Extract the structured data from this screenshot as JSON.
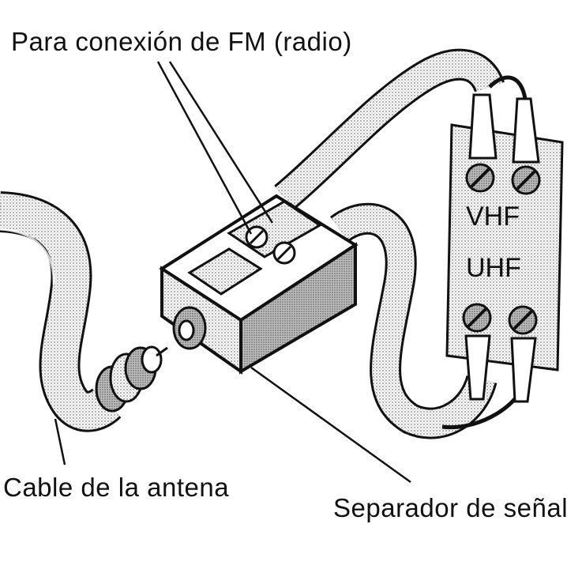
{
  "labels": {
    "fm": "Para conexión de FM (radio)",
    "cable": "Cable de la antena",
    "splitter": "Separador de señal"
  },
  "terminal_board": {
    "vhf": "VHF",
    "uhf": "UHF"
  },
  "colors": {
    "ink": "#111111",
    "shade": "#9a9a9a",
    "light_shade": "#c8c8c8",
    "paper": "#ffffff"
  }
}
